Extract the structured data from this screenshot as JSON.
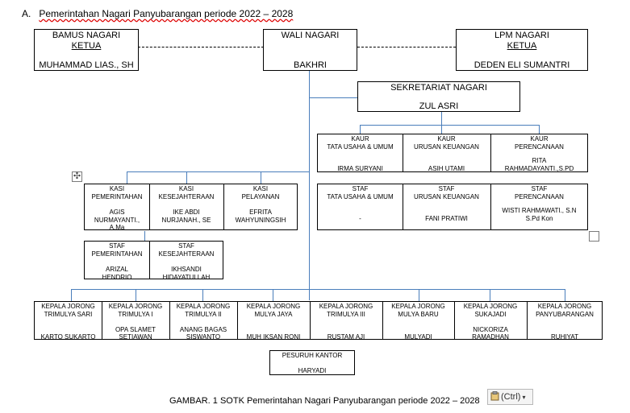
{
  "heading": {
    "prefix": "A.",
    "text": "Pemerintahan Nagari Panyubarangan periode 2022 – 2028"
  },
  "top": {
    "bamus": {
      "title": "BAMUS NAGARI",
      "role": "KETUA",
      "name": "MUHAMMAD LIAS., SH"
    },
    "wali": {
      "title": "WALI NAGARI",
      "name": "BAKHRI"
    },
    "lpm": {
      "title": "LPM NAGARI",
      "role": "KETUA",
      "name": "DEDEN ELI SUMANTRI"
    }
  },
  "sekretariat": {
    "title": "SEKRETARIAT NAGARI",
    "name": "ZUL ASRI"
  },
  "kaur": [
    {
      "l1": "KAUR",
      "l2": "TATA USAHA & UMUM",
      "n1": "IRMA SURYANI",
      "n2": ""
    },
    {
      "l1": "KAUR",
      "l2": "URUSAN KEUANGAN",
      "n1": "ASIH UTAMI",
      "n2": ""
    },
    {
      "l1": "KAUR",
      "l2": "PERENCANAAN",
      "n1": "RITA",
      "n2": "RAHMADAYANTI.,S.PD"
    }
  ],
  "staf_kaur": [
    {
      "l1": "STAF",
      "l2": "TATA USAHA & UMUM",
      "n1": "-",
      "n2": ""
    },
    {
      "l1": "STAF",
      "l2": "URUSAN KEUANGAN",
      "n1": "FANI PRATIWI",
      "n2": ""
    },
    {
      "l1": "STAF",
      "l2": "PERENCANAAN",
      "n1": "WISTI RAHMAWATI., S.N",
      "n2": "S.Pd Kon"
    }
  ],
  "kasi": [
    {
      "l1": "KASI",
      "l2": "PEMERINTAHAN",
      "n1": "AGIS",
      "n2": "NURMAYANTI.,",
      "n3": "A.Ma"
    },
    {
      "l1": "KASI",
      "l2": "KESEJAHTERAAN",
      "n1": "IKE ABDI",
      "n2": "NURJANAH., SE",
      "n3": ""
    },
    {
      "l1": "KASI",
      "l2": "PELAYANAN",
      "n1": "EFRITA",
      "n2": "WAHYUNINGSIH",
      "n3": ""
    }
  ],
  "staf_kasi": [
    {
      "l1": "STAF",
      "l2": "PEMERINTAHAN",
      "n1": "ARIZAL",
      "n2": "HENDRIO"
    },
    {
      "l1": "STAF",
      "l2": "KESEJAHTERAAN",
      "n1": "IKHSANDI",
      "n2": "HIDAYATULLAH"
    }
  ],
  "jorong": [
    {
      "l1": "KEPALA JORONG",
      "l2": "TRIMULYA SARI",
      "n1": "",
      "n2": "KARTO SUKARTO"
    },
    {
      "l1": "KEPALA JORONG",
      "l2": "TRIMULYA I",
      "n1": "OPA SLAMET",
      "n2": "SETIAWAN"
    },
    {
      "l1": "KEPALA JORONG",
      "l2": "TRIMULYA II",
      "n1": "ANANG BAGAS",
      "n2": "SISWANTO"
    },
    {
      "l1": "KEPALA JORONG",
      "l2": "MULYA JAYA",
      "n1": "",
      "n2": "MUH IKSAN RONI"
    },
    {
      "l1": "KEPALA JORONG",
      "l2": "TRIMULYA III",
      "n1": "",
      "n2": "RUSTAM AJI"
    },
    {
      "l1": "KEPALA JORONG",
      "l2": "MULYA BARU",
      "n1": "",
      "n2": "MULYADI"
    },
    {
      "l1": "KEPALA JORONG",
      "l2": "SUKAJADI",
      "n1": "NICKORIZA",
      "n2": "RAMADHAN"
    },
    {
      "l1": "KEPALA JORONG",
      "l2": "PANYUBARANGAN",
      "n1": "",
      "n2": "RUHIYAT"
    }
  ],
  "pesuruh": {
    "title": "PESURUH KANTOR",
    "name": "HARYADI"
  },
  "caption": "GAMBAR. 1 SOTK Pemerintahan Nagari Panyubarangan periode 2022 – 2028",
  "paste_options": {
    "label": "(Ctrl)",
    "icon": "clipboard-icon"
  },
  "colors": {
    "connector": "#4a7ebb",
    "box_border": "#000000"
  }
}
